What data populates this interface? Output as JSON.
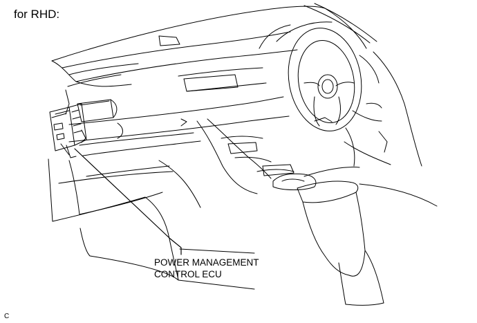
{
  "diagram": {
    "variant_label": "for RHD:",
    "callout": {
      "line1": "POWER MANAGEMENT",
      "line2": "CONTROL ECU"
    },
    "figure_code": "C",
    "line_color": "#000000",
    "background_color": "#ffffff"
  }
}
